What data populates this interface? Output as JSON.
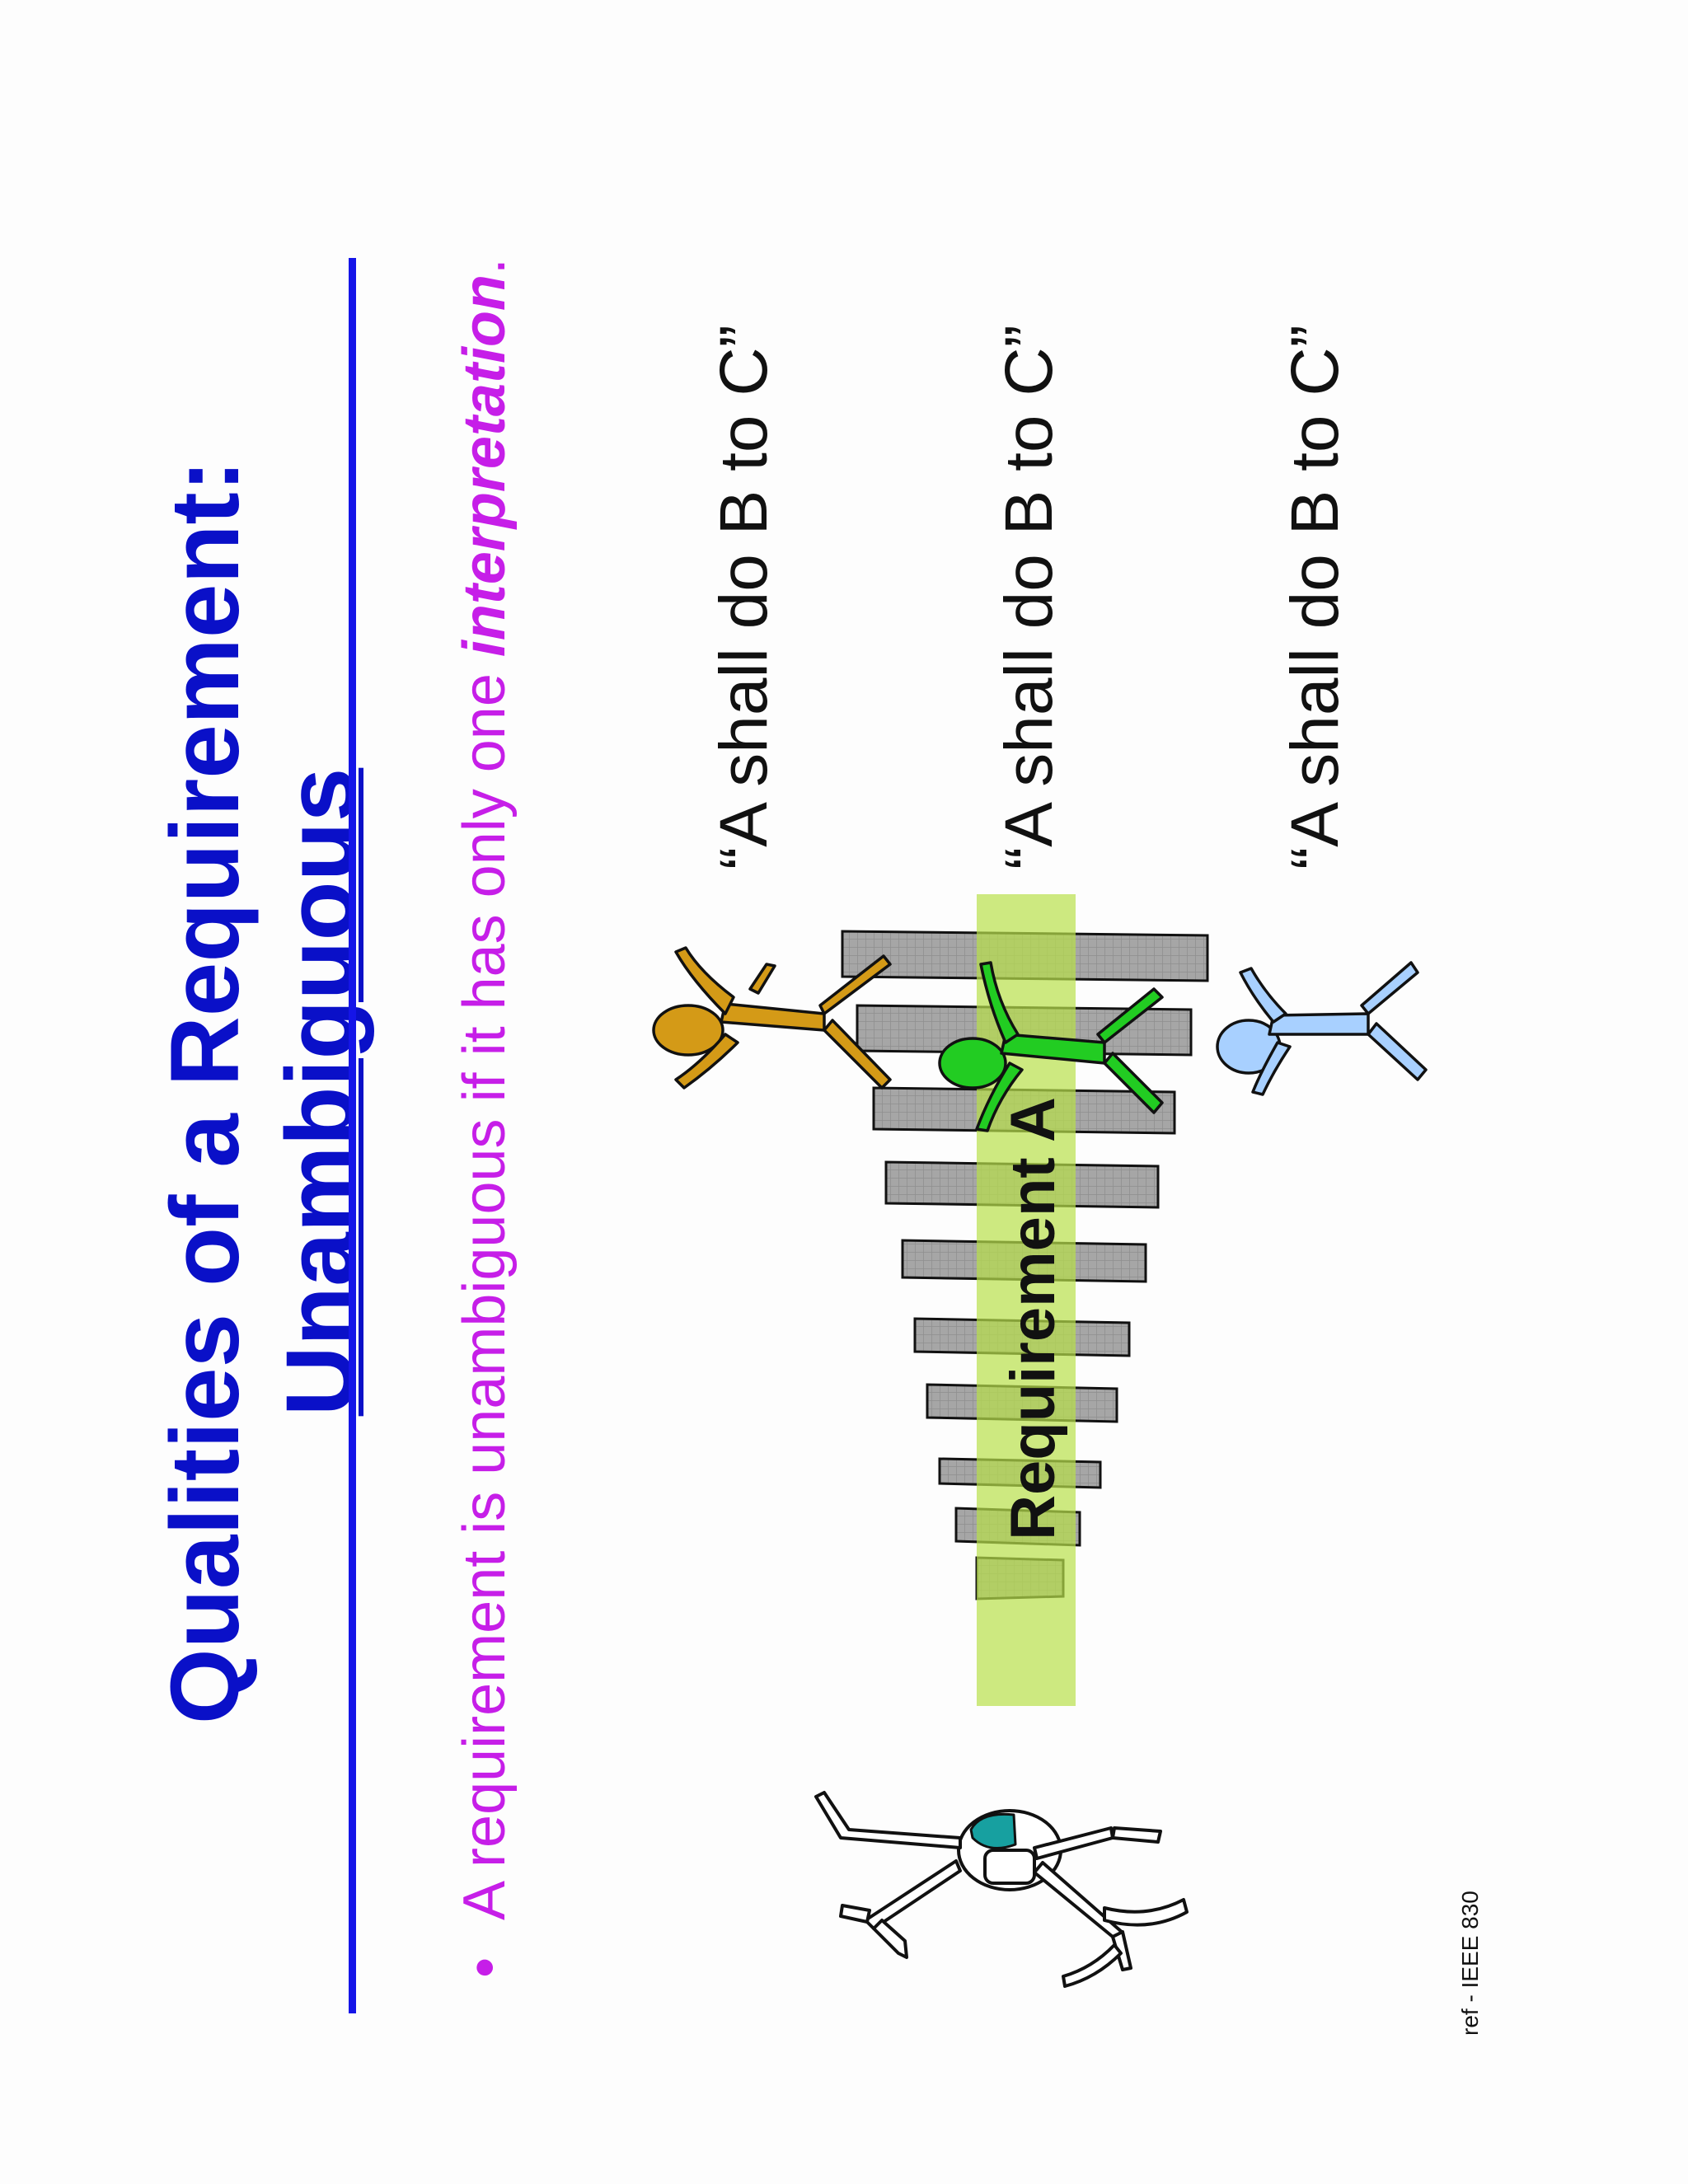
{
  "slide": {
    "title_line1": "Qualities of a Requirement:",
    "title_line2": "Unambiguous",
    "bullet": {
      "marker": "•",
      "text_before": "A requirement is unambiguous if it has only one ",
      "text_emphasis": "interpretation",
      "text_after": "."
    },
    "requirement_label": "Requirement A",
    "interpretations": [
      "“A shall do B to C”",
      "“A shall do B to C”",
      "“A shall do B to C”"
    ],
    "reference": "ref - IEEE 830"
  },
  "colors": {
    "title": "#0a10c8",
    "rule": "#1515e8",
    "bullet_text": "#c61ee8",
    "arc_fill": "#a6a6a6",
    "label_highlight": "#b8e04a",
    "figure_speaker": "#ffffff",
    "figure_speaker_eye": "#17a0a0",
    "figure_listener_1": "#d49a17",
    "figure_listener_2": "#22cc22",
    "figure_listener_3": "#a8d0ff"
  },
  "icons": [
    "speaker-figure-icon",
    "listener-figure-icon",
    "sound-wave-icon"
  ]
}
